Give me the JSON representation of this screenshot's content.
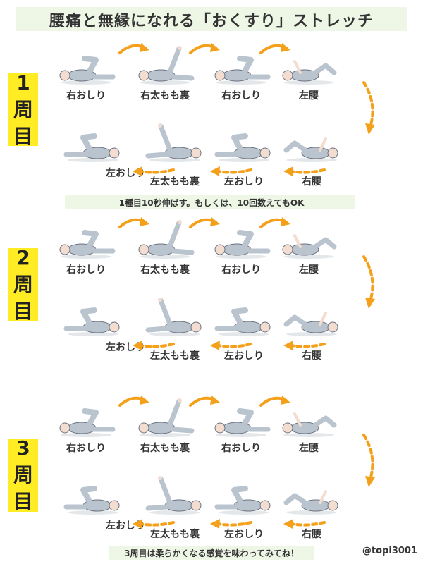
{
  "title": "腰痛と無縁になれる「おくすり」ストレッチ",
  "rounds": [
    {
      "label_num": "1",
      "label_chars": [
        "周",
        "目"
      ]
    },
    {
      "label_num": "2",
      "label_chars": [
        "周",
        "目"
      ]
    },
    {
      "label_num": "3",
      "label_chars": [
        "周",
        "目"
      ]
    }
  ],
  "top_row_labels": [
    "右おしり",
    "右太もも裏",
    "右おしり",
    "左腰"
  ],
  "bottom_row_labels": [
    "右腰",
    "左おしり",
    "左太もも裏",
    "左おしり"
  ],
  "note_1": "1種目10秒伸ばす。もしくは、10回数えてもOK",
  "note_3": "3周目は柔らかくなる感覚を味わってみてね！",
  "credit": "@topi3001",
  "colors": {
    "arrow": "#f5a01a",
    "highlight": "#ffec24",
    "note_bg": "#eef6e6"
  }
}
